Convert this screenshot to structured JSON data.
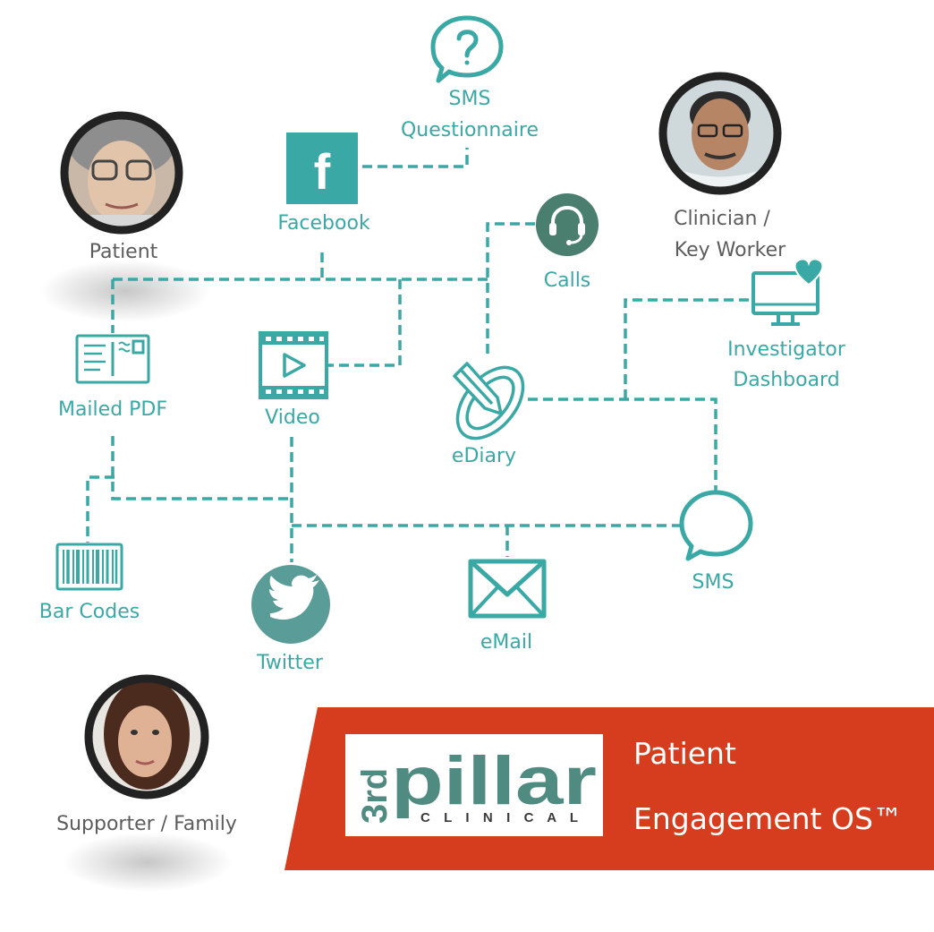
{
  "colors": {
    "teal": "#3aa8a4",
    "dark_teal": "#4a7f70",
    "icon_grey_teal": "#5a9c97",
    "label_grey": "#5c5c5c",
    "banner": "#d63d1e",
    "logo_dark": "#3a3a3a",
    "logo_teal": "#4f8b80"
  },
  "people": {
    "patient": {
      "label": "Patient",
      "icon": "avatar-elderly-woman"
    },
    "clinician": {
      "label_line1": "Clinician /",
      "label_line2": "Key Worker",
      "icon": "avatar-man-glasses"
    },
    "supporter": {
      "label": "Supporter / Family",
      "icon": "avatar-young-woman"
    }
  },
  "channels": {
    "sms_questionnaire": {
      "line1": "SMS",
      "line2": "Questionnaire",
      "icon": "question-speech-bubble-icon"
    },
    "facebook": {
      "label": "Facebook",
      "glyph": "f"
    },
    "calls": {
      "label": "Calls",
      "icon": "headset-icon"
    },
    "investigator_dashboard": {
      "line1": "Investigator",
      "line2": "Dashboard",
      "icon": "monitor-heart-icon"
    },
    "mailed_pdf": {
      "label": "Mailed PDF",
      "icon": "postcard-icon"
    },
    "video": {
      "label": "Video",
      "icon": "film-play-icon"
    },
    "ediary": {
      "label": "eDiary",
      "icon": "pen-disc-icon"
    },
    "bar_codes": {
      "label": "Bar Codes",
      "icon": "barcode-icon"
    },
    "twitter": {
      "label": "Twitter",
      "icon": "bird-icon"
    },
    "email": {
      "label": "eMail",
      "icon": "envelope-icon"
    },
    "sms": {
      "label": "SMS",
      "icon": "speech-bubble-icon"
    }
  },
  "banner": {
    "line1": "Patient",
    "line2": "Engagement OS™",
    "logo": {
      "prefix": "3rd",
      "word": "pillar",
      "sub": "C L I N I C A L"
    }
  }
}
